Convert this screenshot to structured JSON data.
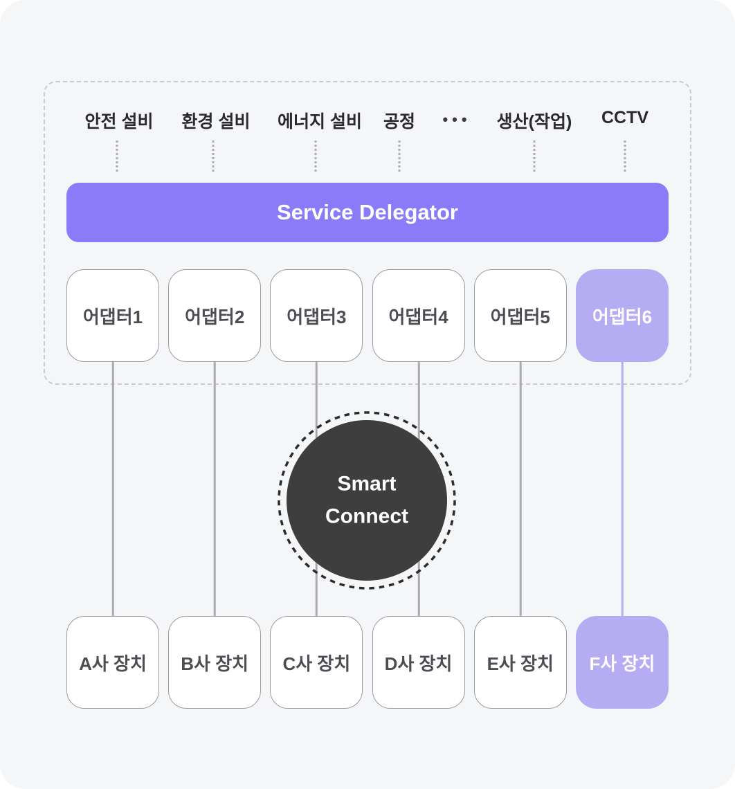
{
  "colors": {
    "card_background": "#f5f6f8",
    "accent_purple": "#8c7bf8",
    "accent_lavender": "#b5acf4",
    "hub_fill": "#3e3e3e",
    "box_border": "#9b9ba1",
    "connector_line": "#ababaf"
  },
  "top_labels": [
    {
      "label": "안전 설비"
    },
    {
      "label": "환경 설비"
    },
    {
      "label": "에너지 설비"
    },
    {
      "label": "공정"
    },
    {
      "label": "•••"
    },
    {
      "label": "생산(작업)"
    },
    {
      "label": "CCTV"
    }
  ],
  "delegator": {
    "label": "Service Delegator"
  },
  "adapters": [
    {
      "label": "어댑터1",
      "highlighted": false
    },
    {
      "label": "어댑터2",
      "highlighted": false
    },
    {
      "label": "어댑터3",
      "highlighted": false
    },
    {
      "label": "어댑터4",
      "highlighted": false
    },
    {
      "label": "어댑터5",
      "highlighted": false
    },
    {
      "label": "어댑터6",
      "highlighted": true
    }
  ],
  "hub": {
    "label": "Smart Connect"
  },
  "devices": [
    {
      "label": "A사 장치",
      "highlighted": false
    },
    {
      "label": "B사 장치",
      "highlighted": false
    },
    {
      "label": "C사 장치",
      "highlighted": false
    },
    {
      "label": "D사 장치",
      "highlighted": false
    },
    {
      "label": "E사 장치",
      "highlighted": false
    },
    {
      "label": "F사 장치",
      "highlighted": true
    }
  ]
}
